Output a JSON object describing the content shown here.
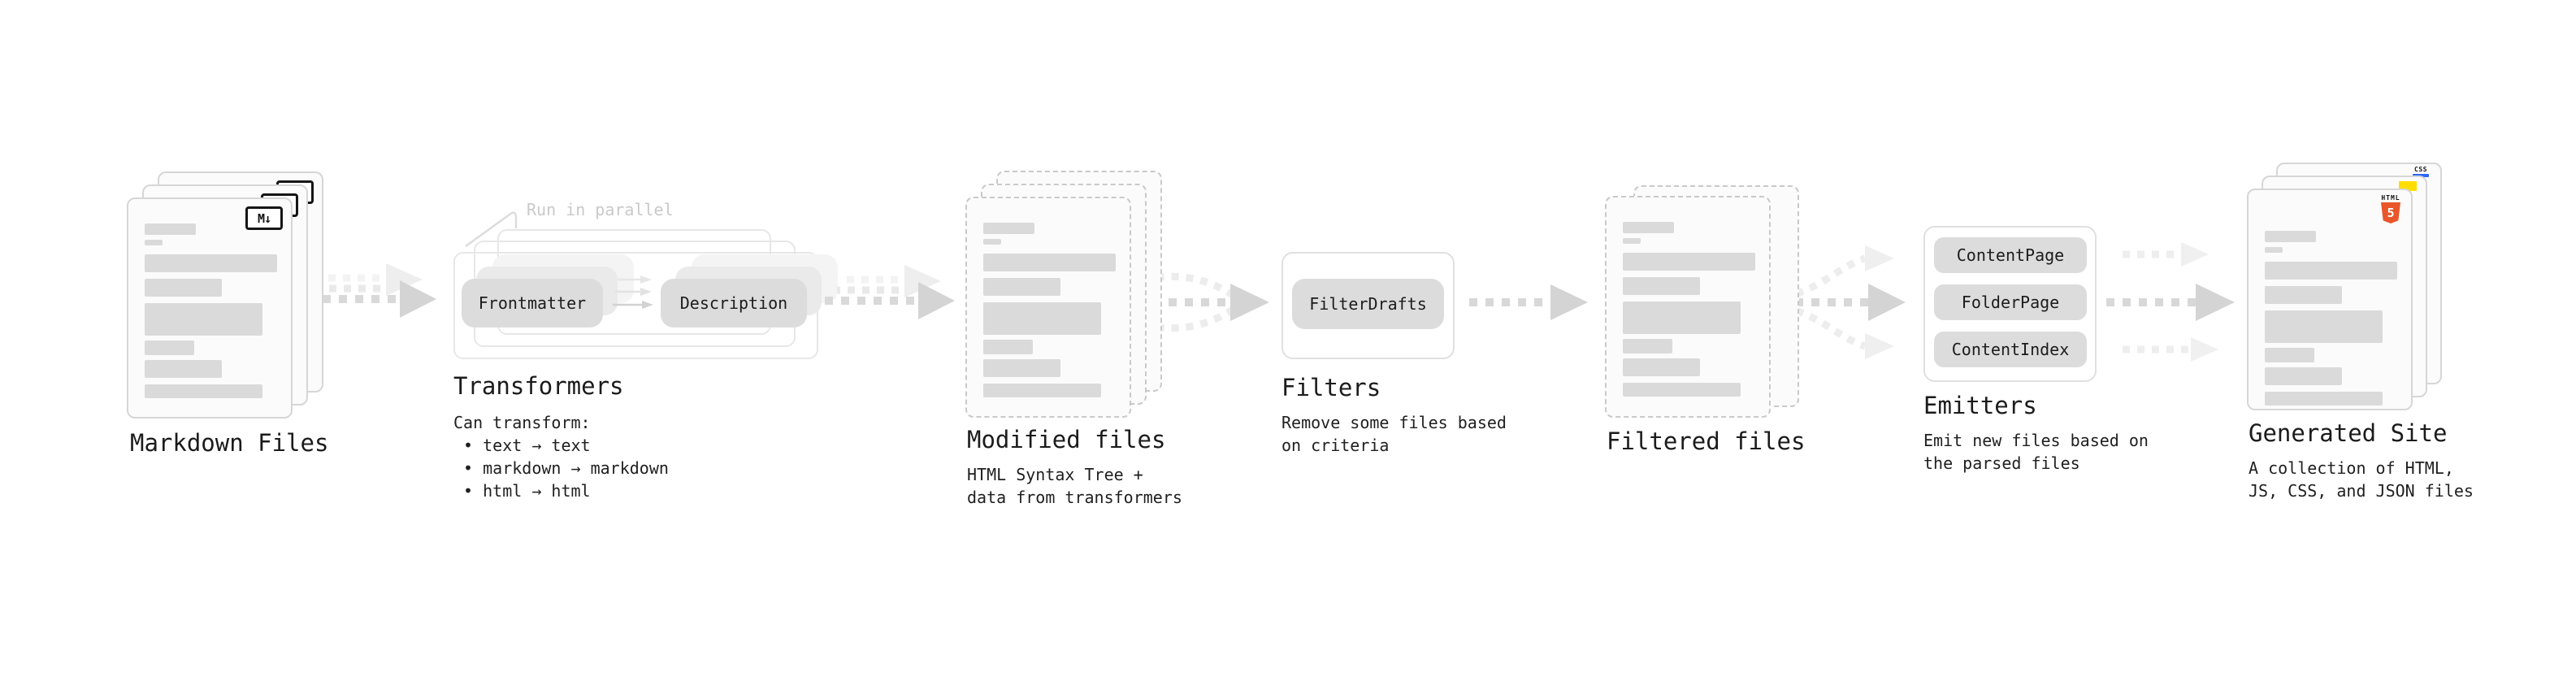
{
  "stages": {
    "markdown_files": {
      "label": "Markdown Files",
      "badge": "M↓",
      "file_count": 3
    },
    "transformers": {
      "label": "Transformers",
      "annotation": "Run in parallel",
      "input_pill": "Frontmatter",
      "output_pill": "Description",
      "description": "Can transform:\n • text → text\n • markdown → markdown\n • html → html"
    },
    "modified_files": {
      "label": "Modified files",
      "description": "HTML Syntax Tree +\ndata from transformers",
      "file_count": 3
    },
    "filters": {
      "label": "Filters",
      "pill": "FilterDrafts",
      "description": "Remove some files based\non criteria"
    },
    "filtered_files": {
      "label": "Filtered files",
      "file_count": 2
    },
    "emitters": {
      "label": "Emitters",
      "pills": [
        "ContentPage",
        "FolderPage",
        "ContentIndex"
      ],
      "description": "Emit new files based on\nthe parsed files"
    },
    "generated_site": {
      "label": "Generated Site",
      "description": "A collection of HTML,\nJS, CSS, and JSON files",
      "css_badge": "CSS",
      "html_badge": "HTML",
      "html_badge_number": "5"
    }
  },
  "colors": {
    "html5_orange": "#e8562a",
    "js_yellow": "#ffdd00",
    "css_blue": "#2b66f6",
    "skeleton_bar": "#dadada",
    "arrow_main": "#d4d4d4",
    "arrow_light": "#eeeeee"
  }
}
